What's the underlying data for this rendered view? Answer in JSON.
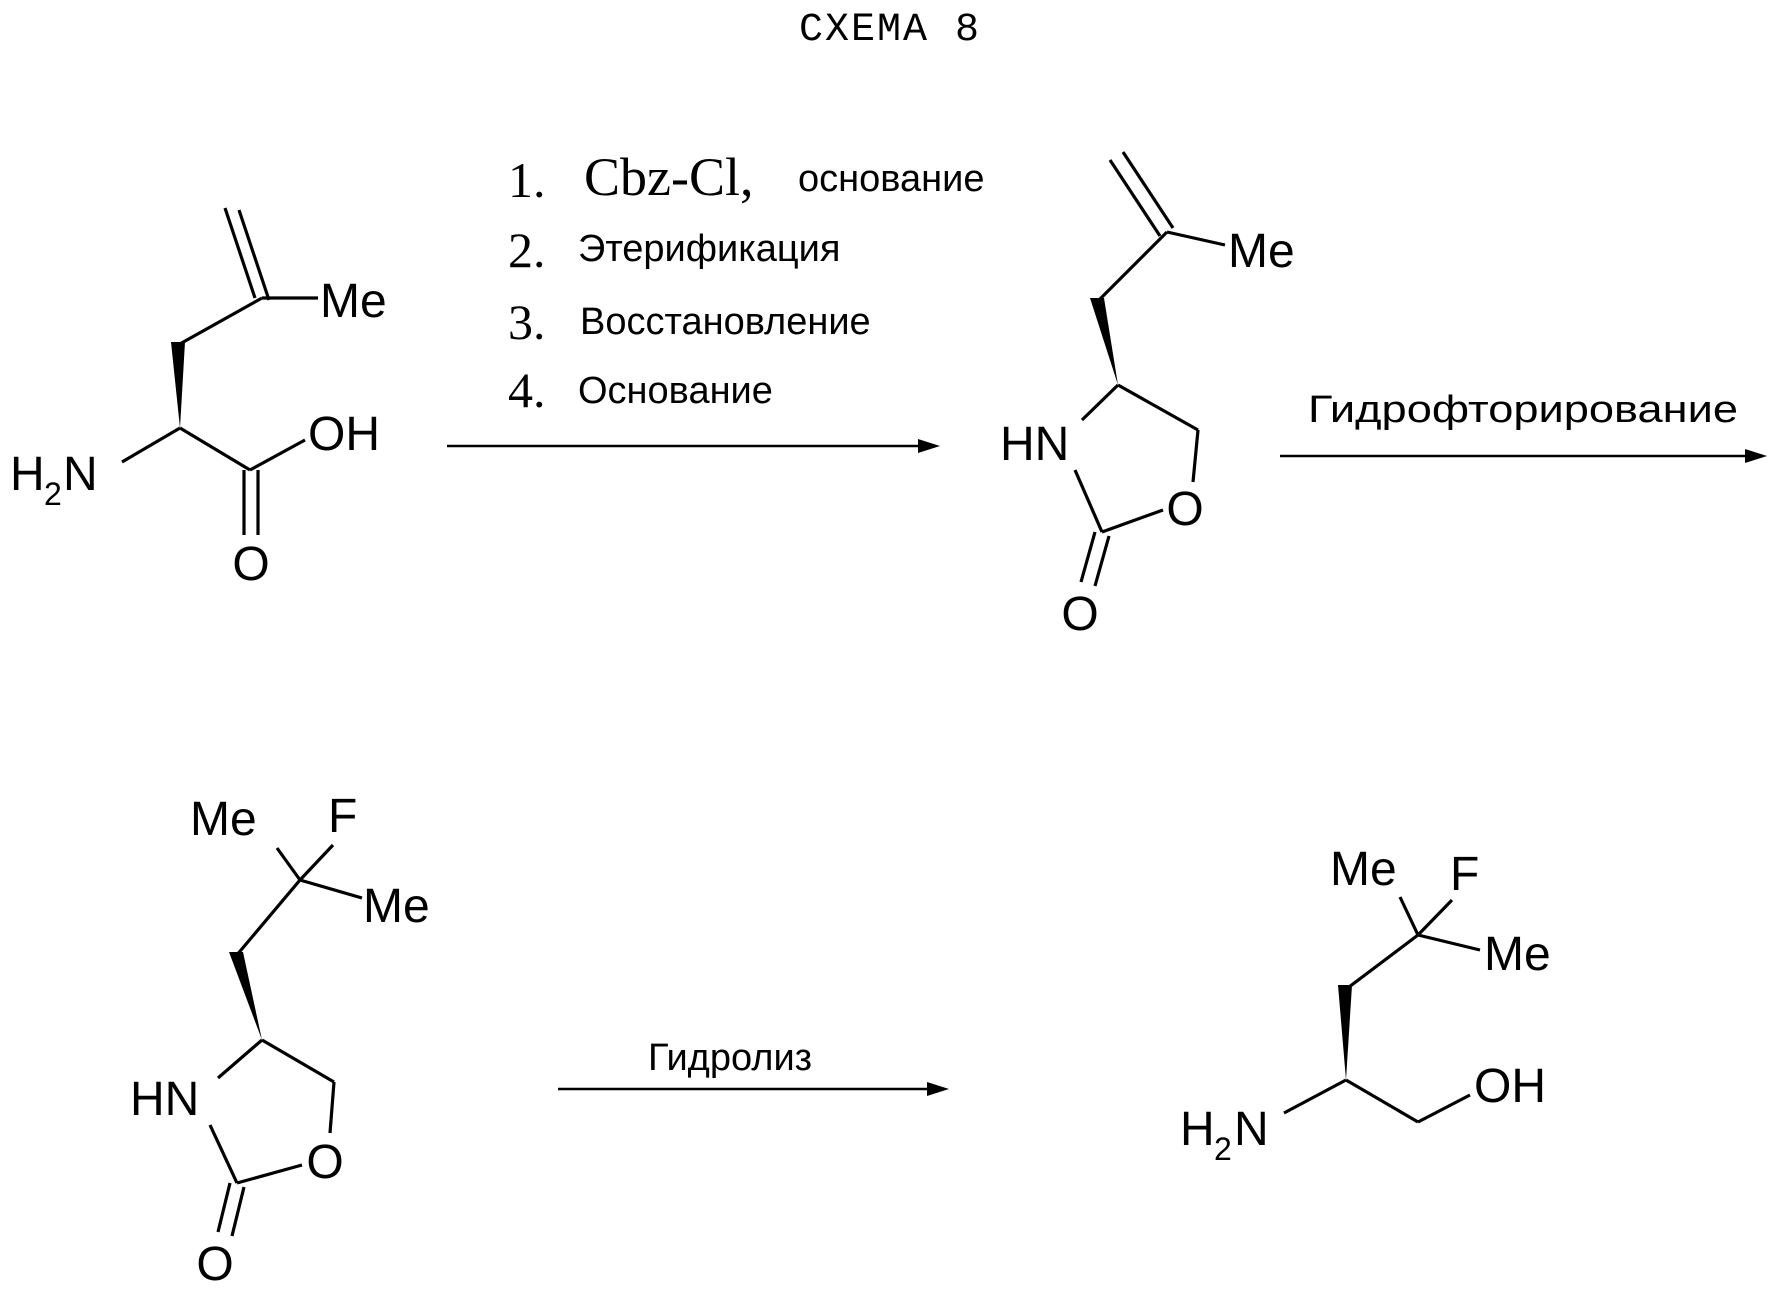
{
  "title": "СХЕМА 8",
  "atoms": {
    "me": "Me",
    "f": "F",
    "oh": "OH",
    "o": "O",
    "hn": "HN",
    "h": "H",
    "n": "N",
    "sub2": "2"
  },
  "step1": {
    "items": [
      {
        "num": "1.",
        "reagent": "Cbz-Cl,",
        "text": "основание"
      },
      {
        "num": "2.",
        "reagent": "",
        "text": "Этерификация"
      },
      {
        "num": "3.",
        "reagent": "",
        "text": "Восстановление"
      },
      {
        "num": "4.",
        "reagent": "",
        "text": "Основание"
      }
    ]
  },
  "step2": {
    "label": "Гидрофторирование"
  },
  "step3": {
    "label": "Гидролиз"
  }
}
